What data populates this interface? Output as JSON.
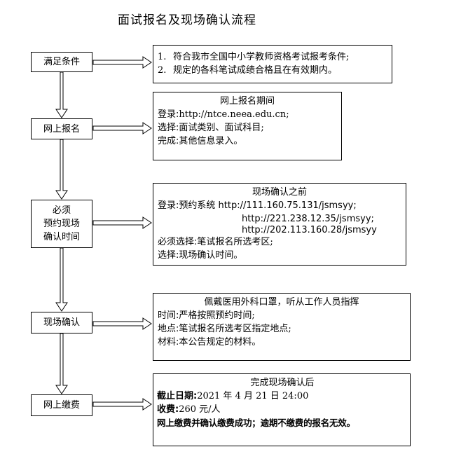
{
  "title": "面试报名及现场确认流程",
  "steps": [
    {
      "lines": [
        "满足条件"
      ]
    },
    {
      "lines": [
        "网上报名"
      ]
    },
    {
      "lines": [
        "必须",
        "预约现场",
        "确认时间"
      ]
    },
    {
      "lines": [
        "现场确认"
      ]
    },
    {
      "lines": [
        "网上缴费"
      ]
    }
  ],
  "notes": {
    "conditions": {
      "items": [
        {
          "num": "1.",
          "text": "符合我市全国中小学教师资格考试报考条件;"
        },
        {
          "num": "2.",
          "text": "规定的各科笔试成绩合格且在有效期内。"
        }
      ]
    },
    "online": {
      "heading": "网上报名期间",
      "rows": [
        {
          "label": "登录:",
          "text": "http://ntce.neea.edu.cn;"
        },
        {
          "label": "选择:",
          "text": "面试类别、面试科目;"
        },
        {
          "label": "完成:",
          "text": "其他信息录入。"
        }
      ]
    },
    "booking": {
      "heading": "现场确认之前",
      "login_label": "登录:",
      "login_text": "预约系统",
      "urls": [
        "http://111.160.75.131/jsmsyy;",
        "http://221.238.12.35/jsmsyy;",
        "http://202.113.160.28/jsmsyy"
      ],
      "rows": [
        {
          "label": "必须选择:",
          "text": "笔试报名所选考区;"
        },
        {
          "label": "选择:",
          "text": "现场确认时间。"
        }
      ]
    },
    "onsite": {
      "heading": "佩戴医用外科口罩，听从工作人员指挥",
      "rows": [
        {
          "label": "时间:",
          "text": "严格按照预约时间;"
        },
        {
          "label": "地点:",
          "text": "笔试报名所选考区指定地点;"
        },
        {
          "label": "材料:",
          "text": "本公告规定的材料。"
        }
      ]
    },
    "payment": {
      "heading": "完成现场确认后",
      "deadline_label": "截止日期:",
      "deadline_text": "2021 年 4 月 21 日 24:00",
      "fee_label": "收费:",
      "fee_text": "260 元/人",
      "final": "网上缴费并确认缴费成功；逾期不缴费的报名无效。"
    }
  }
}
